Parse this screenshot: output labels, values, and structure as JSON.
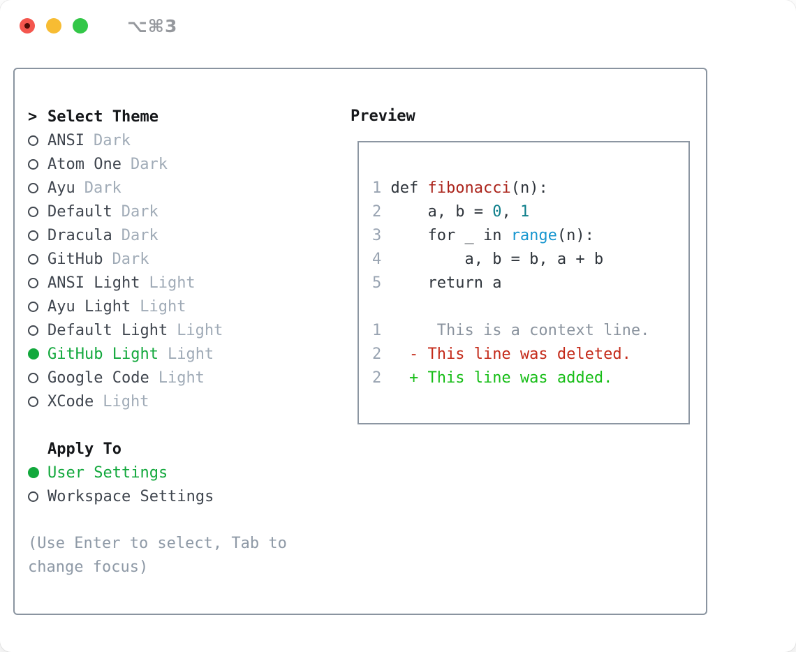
{
  "window": {
    "shortcut_label": "⌥⌘3",
    "traffic_lights": {
      "close": "#f4564e",
      "minimize": "#f7bc33",
      "zoom": "#33c748"
    }
  },
  "theme_panel": {
    "title_marker": ">",
    "title": "Select Theme",
    "items": [
      {
        "label": "ANSI",
        "tag": "Dark",
        "selected": false
      },
      {
        "label": "Atom One",
        "tag": "Dark",
        "selected": false
      },
      {
        "label": "Ayu",
        "tag": "Dark",
        "selected": false
      },
      {
        "label": "Default",
        "tag": "Dark",
        "selected": false
      },
      {
        "label": "Dracula",
        "tag": "Dark",
        "selected": false
      },
      {
        "label": "GitHub",
        "tag": "Dark",
        "selected": false
      },
      {
        "label": "ANSI Light",
        "tag": "Light",
        "selected": false
      },
      {
        "label": "Ayu Light",
        "tag": "Light",
        "selected": false
      },
      {
        "label": "Default Light",
        "tag": "Light",
        "selected": false
      },
      {
        "label": "GitHub Light",
        "tag": "Light",
        "selected": true
      },
      {
        "label": "Google Code",
        "tag": "Light",
        "selected": false
      },
      {
        "label": "XCode",
        "tag": "Light",
        "selected": false
      }
    ],
    "apply_to": {
      "title": "Apply To",
      "options": [
        {
          "label": "User Settings",
          "selected": true
        },
        {
          "label": "Workspace Settings",
          "selected": false
        }
      ]
    },
    "hint_lines": [
      "(Use Enter to select, Tab to",
      "change focus)"
    ]
  },
  "preview": {
    "title": "Preview",
    "lines": [
      [
        [
          "num",
          "1 "
        ],
        [
          "code",
          "def "
        ],
        [
          "func",
          "fibonacci"
        ],
        [
          "code",
          "(n):"
        ]
      ],
      [
        [
          "num",
          "2"
        ],
        [
          "code",
          "     a, b = "
        ],
        [
          "val",
          "0"
        ],
        [
          "code",
          ", "
        ],
        [
          "val",
          "1"
        ]
      ],
      [
        [
          "num",
          "3"
        ],
        [
          "code",
          "     for _ in "
        ],
        [
          "builtin",
          "range"
        ],
        [
          "code",
          "(n):"
        ]
      ],
      [
        [
          "num",
          "4"
        ],
        [
          "code",
          "         a, b = b, a + b"
        ]
      ],
      [
        [
          "num",
          "5"
        ],
        [
          "code",
          "     return a"
        ]
      ],
      [],
      [
        [
          "num",
          "1"
        ],
        [
          "context",
          "      This is a context line."
        ]
      ],
      [
        [
          "num",
          "2"
        ],
        [
          "del",
          "   - This line was deleted."
        ]
      ],
      [
        [
          "num",
          "2"
        ],
        [
          "add",
          "   + This line was added."
        ]
      ]
    ]
  },
  "colors": {
    "num": "#98a3b1",
    "code": "#2e343b",
    "func": "#ab241b",
    "val": "#0f7f8b",
    "builtin": "#1796cf",
    "context": "#8a939e",
    "del": "#c42a19",
    "add": "#16bd16",
    "selected_green": "#12a83c"
  }
}
